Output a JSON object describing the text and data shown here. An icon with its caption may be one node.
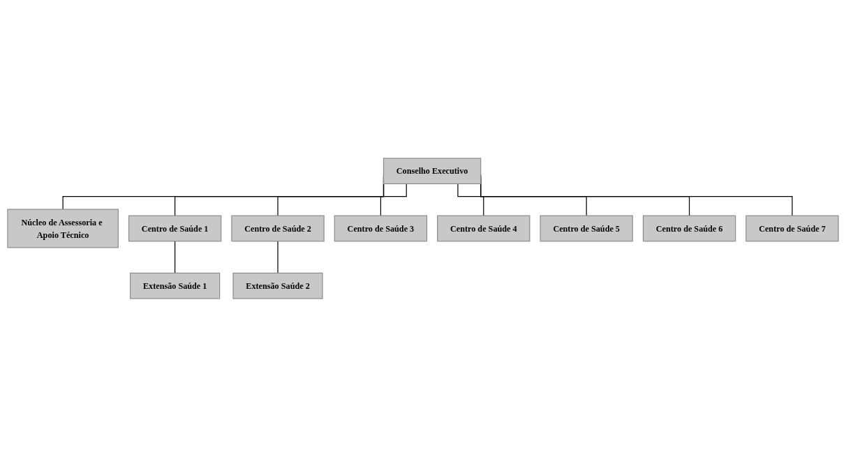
{
  "diagram": {
    "nodes": [
      {
        "text": [
          "Conselho Executivo"
        ]
      },
      {
        "text": [
          "Núcleo de Assessoria e Apoio Técnico"
        ]
      },
      {
        "text": [
          "Centro de Saúde 1"
        ]
      },
      {
        "text": [
          "Centro de Saúde 2"
        ]
      },
      {
        "text": [
          "Centro de Saúde 3"
        ]
      },
      {
        "text": [
          "Centro de Saúde 4"
        ]
      },
      {
        "text": [
          "Centro de Saúde 5"
        ]
      },
      {
        "text": [
          "Centro de Saúde 6"
        ]
      },
      {
        "text": [
          "Centro de Saúde 7"
        ]
      },
      {
        "text": [
          "Extensão Saúde 1"
        ]
      },
      {
        "text": [
          "Extensão Saúde 2"
        ]
      }
    ],
    "edges": [
      {
        "from": 0,
        "to": 1,
        "arrow": "none"
      },
      {
        "from": 0,
        "to": 2,
        "arrow": "none"
      },
      {
        "from": 0,
        "to": 3,
        "arrow": "none"
      },
      {
        "from": 0,
        "to": 4,
        "arrow": "none"
      },
      {
        "from": 0,
        "to": 5,
        "arrow": "none"
      },
      {
        "from": 0,
        "to": 6,
        "arrow": "none"
      },
      {
        "from": 0,
        "to": 7,
        "arrow": "none"
      },
      {
        "from": 0,
        "to": 8,
        "arrow": "none"
      },
      {
        "from": 2,
        "to": 9,
        "arrow": "none"
      },
      {
        "from": 3,
        "to": 10,
        "arrow": "none"
      }
    ]
  }
}
